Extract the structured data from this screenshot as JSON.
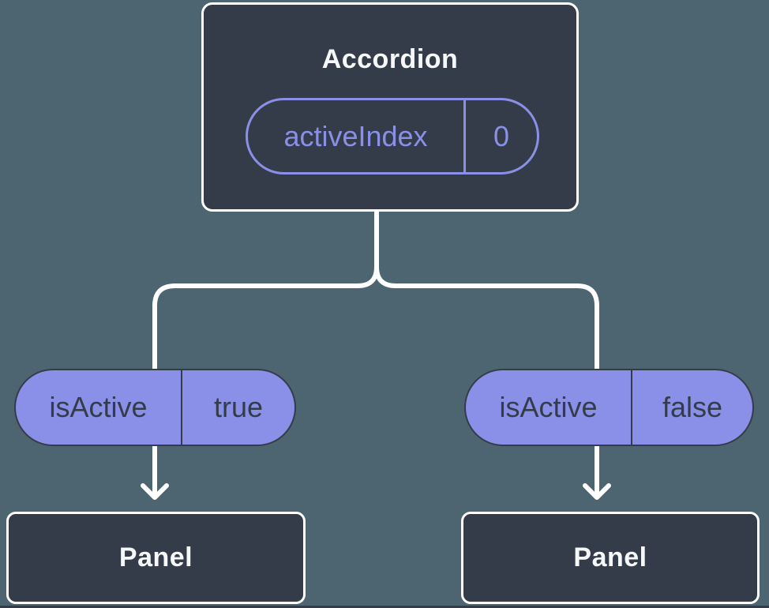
{
  "colors": {
    "background": "#4d6570",
    "box_fill": "#343c49",
    "box_border": "#ffffff",
    "title_text": "#f6f7f9",
    "state_pill_outline": "#8a90e8",
    "prop_pill_fill": "#8a8fe8",
    "prop_pill_text": "#343c49",
    "connector": "#ffffff"
  },
  "tree": {
    "root": {
      "title": "Accordion",
      "pill": {
        "label": "activeIndex",
        "value": "0"
      }
    },
    "children": [
      {
        "pill": {
          "label": "isActive",
          "value": "true"
        },
        "box": {
          "title": "Panel"
        }
      },
      {
        "pill": {
          "label": "isActive",
          "value": "false"
        },
        "box": {
          "title": "Panel"
        }
      }
    ]
  }
}
